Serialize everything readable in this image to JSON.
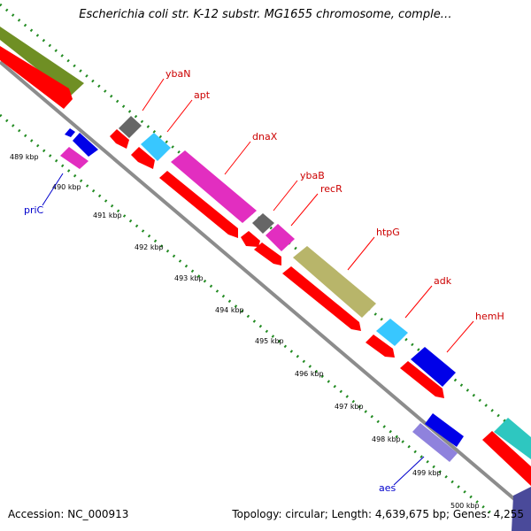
{
  "title": "Escherichia coli str. K-12 substr. MG1655 chromosome, comple…",
  "footer": {
    "accession": "Accession: NC_000913",
    "topology": "Topology: circular; Length: 4,639,675 bp; Genes: 4,255"
  },
  "ruler": {
    "ticks": [
      "489 kbp",
      "490 kbp",
      "491 kbp",
      "492 kbp",
      "493 kbp",
      "494 kbp",
      "495 kbp",
      "496 kbp",
      "497 kbp",
      "498 kbp",
      "499 kbp",
      "500 kbp"
    ]
  },
  "genes": [
    {
      "name": "ybaN",
      "strand": "+",
      "label_color": "#cc0000"
    },
    {
      "name": "apt",
      "strand": "+",
      "label_color": "#cc0000"
    },
    {
      "name": "dnaX",
      "strand": "+",
      "label_color": "#cc0000"
    },
    {
      "name": "ybaB",
      "strand": "+",
      "label_color": "#cc0000"
    },
    {
      "name": "recR",
      "strand": "+",
      "label_color": "#cc0000"
    },
    {
      "name": "htpG",
      "strand": "+",
      "label_color": "#cc0000"
    },
    {
      "name": "adk",
      "strand": "+",
      "label_color": "#cc0000"
    },
    {
      "name": "hemH",
      "strand": "+",
      "label_color": "#cc0000"
    },
    {
      "name": "priC",
      "strand": "-",
      "label_color": "#0000cc"
    },
    {
      "name": "aes",
      "strand": "-",
      "label_color": "#0000cc"
    }
  ],
  "colors": {
    "backbone": "#8c8c8c",
    "gene_arrow": "#ff0000",
    "outer_dots": "#228b22"
  }
}
